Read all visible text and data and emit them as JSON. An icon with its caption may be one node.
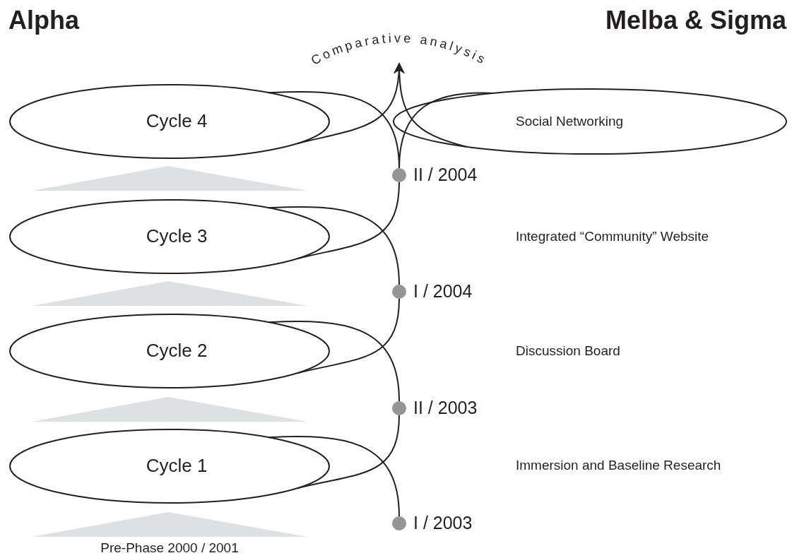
{
  "diagram": {
    "nodes": [
      {
        "text": [
          "Comparative analysis"
        ]
      },
      {
        "text": [
          "Cycle 4"
        ]
      },
      {
        "text": [
          "Social Networking"
        ]
      },
      {
        "text": [],
        "shape": "circle",
        "beside": [
          "II / 2004"
        ]
      },
      {
        "text": [
          "Cycle 3"
        ]
      },
      {
        "text": [],
        "shape": "circle",
        "beside": [
          "I / 2004"
        ]
      },
      {
        "text": [
          "Cycle 2"
        ]
      },
      {
        "text": [],
        "shape": "circle",
        "beside": [
          "II / 2003"
        ]
      },
      {
        "text": [
          "Cycle 1"
        ]
      },
      {
        "text": [],
        "shape": "circle",
        "beside": [
          "I / 2003"
        ]
      },
      {
        "text": [],
        "shape": "triangle"
      },
      {
        "text": [],
        "shape": "triangle"
      },
      {
        "text": [],
        "shape": "triangle"
      },
      {
        "text": [],
        "shape": "triangle",
        "beside": [
          "Pre-Phase 2000 / 2001"
        ]
      }
    ],
    "edges": [
      {
        "from": 9,
        "to": 8,
        "arrow": "none"
      },
      {
        "from": 8,
        "to": 7,
        "arrow": "none"
      },
      {
        "from": 7,
        "to": 6,
        "arrow": "none"
      },
      {
        "from": 6,
        "to": 5,
        "arrow": "none"
      },
      {
        "from": 5,
        "to": 4,
        "arrow": "none"
      },
      {
        "from": 4,
        "to": 3,
        "arrow": "none"
      },
      {
        "from": 3,
        "to": 1,
        "arrow": "none"
      },
      {
        "from": 1,
        "to": 0,
        "arrow": "to"
      },
      {
        "from": 3,
        "to": 2,
        "arrow": "none"
      },
      {
        "from": 2,
        "to": 0,
        "arrow": "to"
      }
    ],
    "labels": [
      "Alpha",
      "Melba & Sigma",
      "Integrated “Community” Website",
      "Discussion Board",
      "Immersion and Baseline Research"
    ]
  }
}
